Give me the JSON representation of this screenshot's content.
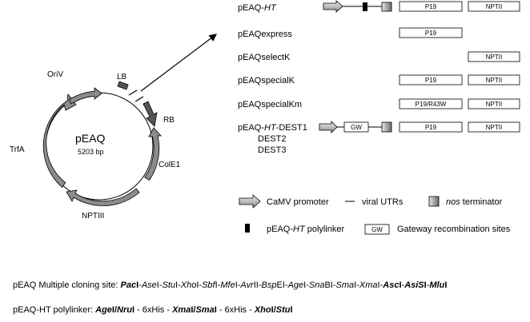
{
  "plasmid": {
    "name": "pEAQ",
    "size": "5203 bp",
    "features": {
      "oriv": "OriV",
      "lb": "LB",
      "rb": "RB",
      "trfa": "TrfA",
      "cole1": "ColE1",
      "nptiii": "NPTIII"
    }
  },
  "constructs": [
    {
      "prefix": "pEAQ-",
      "italic": "HT",
      "suffix": "",
      "boxes": [
        "P19",
        "NPTII"
      ]
    },
    {
      "prefix": "pEAQexpress",
      "italic": "",
      "suffix": "",
      "boxes": [
        "P19"
      ]
    },
    {
      "prefix": "pEAQselectK",
      "italic": "",
      "suffix": "",
      "boxes": [
        "",
        "NPTII"
      ]
    },
    {
      "prefix": "pEAQspecialK",
      "italic": "",
      "suffix": "",
      "boxes": [
        "P19",
        "NPTII"
      ]
    },
    {
      "prefix": "pEAQspecialKm",
      "italic": "",
      "suffix": "",
      "boxes": [
        "P19/R43W",
        "NPTII"
      ]
    },
    {
      "prefix": "pEAQ-",
      "italic": "HT",
      "suffix": "-DEST1",
      "boxes": [
        "P19",
        "NPTII"
      ],
      "extra": [
        "DEST2",
        "DEST3"
      ],
      "gw": "GW"
    }
  ],
  "legend": {
    "promoter": "CaMV promoter",
    "utr": "viral UTRs",
    "terminator_italic": "nos",
    "terminator_rest": " terminator",
    "polylinker_prefix": "pEAQ-",
    "polylinker_italic": "HT",
    "polylinker_suffix": " polylinker",
    "gw_box": "GW",
    "gateway": "Gateway recombination sites"
  },
  "mcs": {
    "label": "pEAQ Multiple cloning site: ",
    "sites": [
      [
        "Pac",
        "I",
        true
      ],
      [
        "Ase",
        "I",
        false
      ],
      [
        "Stu",
        "I",
        false
      ],
      [
        "Xho",
        "I",
        false
      ],
      [
        "Sbf",
        "I",
        false
      ],
      [
        "Mfe",
        "I",
        false
      ],
      [
        "Avr",
        "II",
        false
      ],
      [
        "Bsp",
        "EI",
        false
      ],
      [
        "Age",
        "I",
        false
      ],
      [
        "Sna",
        "BI",
        false
      ],
      [
        "Sma",
        "I",
        false
      ],
      [
        "Xma",
        "I",
        false
      ],
      [
        "Asc",
        "I",
        true
      ],
      [
        "AsiS",
        "I",
        true
      ],
      [
        "Mlu",
        "I",
        true
      ]
    ]
  },
  "ht_polylinker": {
    "label": "pEAQ-HT polylinker: ",
    "parts": [
      [
        "Age",
        "I",
        true,
        "/"
      ],
      [
        "Nru",
        "I",
        true,
        " - 6xHis - "
      ],
      [
        "Xma",
        "I",
        true,
        "/"
      ],
      [
        "Sma",
        "I",
        true,
        " - 6xHis - "
      ],
      [
        "Xho",
        "I",
        true,
        "/"
      ],
      [
        "Stu",
        "I",
        true,
        ""
      ]
    ]
  }
}
